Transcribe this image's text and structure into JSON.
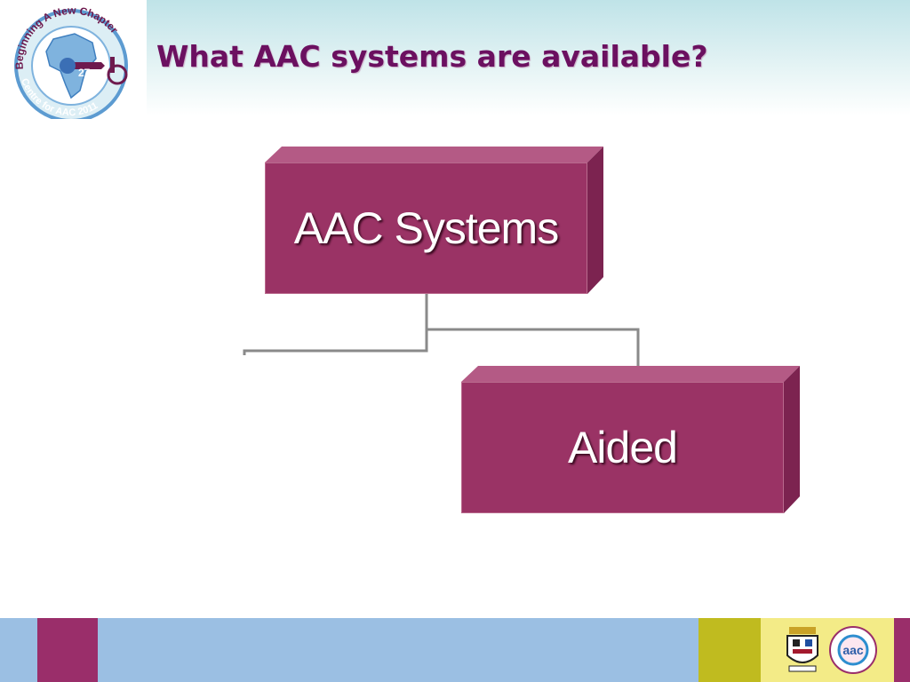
{
  "slide": {
    "title": "What AAC systems are available?"
  },
  "logo": {
    "ring_text_top": "Beginning A New Chapter",
    "ring_text_bottom": "Centre for AAC 2011",
    "center_number": "27"
  },
  "diagram": {
    "root": {
      "label": "AAC Systems"
    },
    "child": {
      "label": "Aided"
    }
  },
  "footer": {
    "badge_text": "aac"
  },
  "colors": {
    "title": "#6b1060",
    "node_fill": "#9a3365",
    "footer_blue": "#9bbfe3",
    "footer_magenta": "#9a2e6a",
    "footer_olive": "#c0bb1f",
    "footer_yellow": "#f3eb87"
  }
}
